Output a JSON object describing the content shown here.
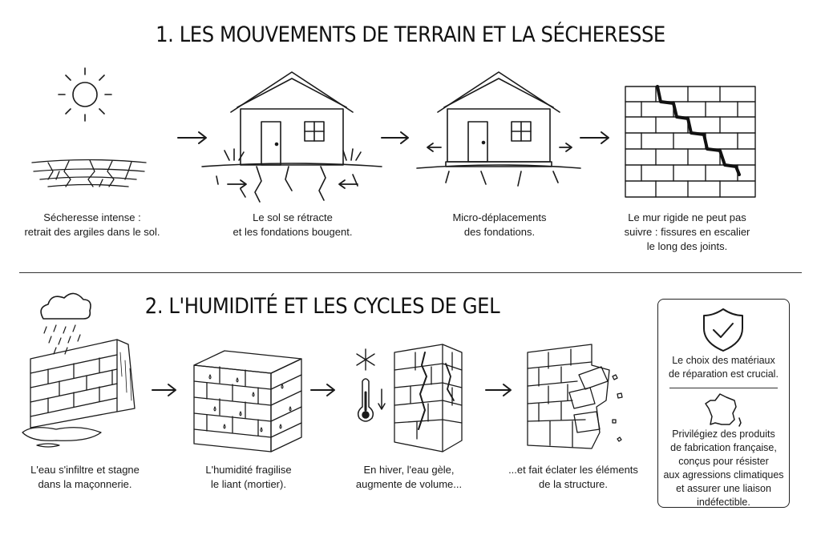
{
  "section1": {
    "title": "1. LES MOUVEMENTS DE TERRAIN ET LA SÉCHERESSE",
    "steps": [
      {
        "lines": [
          "Sécheresse intense :",
          "retrait des argiles dans le sol."
        ]
      },
      {
        "lines": [
          "Le sol se rétracte",
          "et les fondations bougent."
        ]
      },
      {
        "lines": [
          "Micro-déplacements",
          "des fondations."
        ]
      },
      {
        "lines": [
          "Le mur rigide ne peut pas",
          "suivre : fissures en escalier",
          "le long des joints."
        ]
      }
    ]
  },
  "section2": {
    "title": "2. L'HUMIDITÉ ET LES CYCLES DE GEL",
    "steps": [
      {
        "lines": [
          "L'eau s'infiltre et stagne",
          "dans la maçonnerie."
        ]
      },
      {
        "lines": [
          "L'humidité fragilise",
          "le liant (mortier)."
        ]
      },
      {
        "lines": [
          "En hiver, l'eau gèle,",
          "augmente de volume..."
        ]
      },
      {
        "lines": [
          "...et fait éclater les éléments",
          "de la structure."
        ]
      }
    ]
  },
  "panel": {
    "top_text": [
      "Le choix des matériaux",
      "de réparation est crucial."
    ],
    "bottom_text": [
      "Privilégiez des produits",
      "de fabrication française,",
      "conçus pour résister",
      "aux agressions climatiques",
      "et assurer une liaison",
      "indéfectible."
    ],
    "icons": [
      "shield-check-icon",
      "france-map-icon"
    ]
  }
}
